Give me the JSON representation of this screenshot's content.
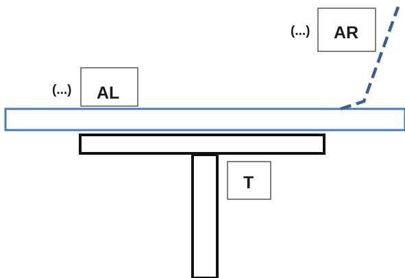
{
  "labels": {
    "al": {
      "prefix": "(...)",
      "text": "AL"
    },
    "ar": {
      "prefix": "(...)",
      "text": "AR"
    },
    "t": {
      "text": "T"
    }
  },
  "colors": {
    "beam": "#4a7ab8",
    "dashed_line": "#3a5f96",
    "outline": "#111111",
    "label_border": "#555555"
  }
}
